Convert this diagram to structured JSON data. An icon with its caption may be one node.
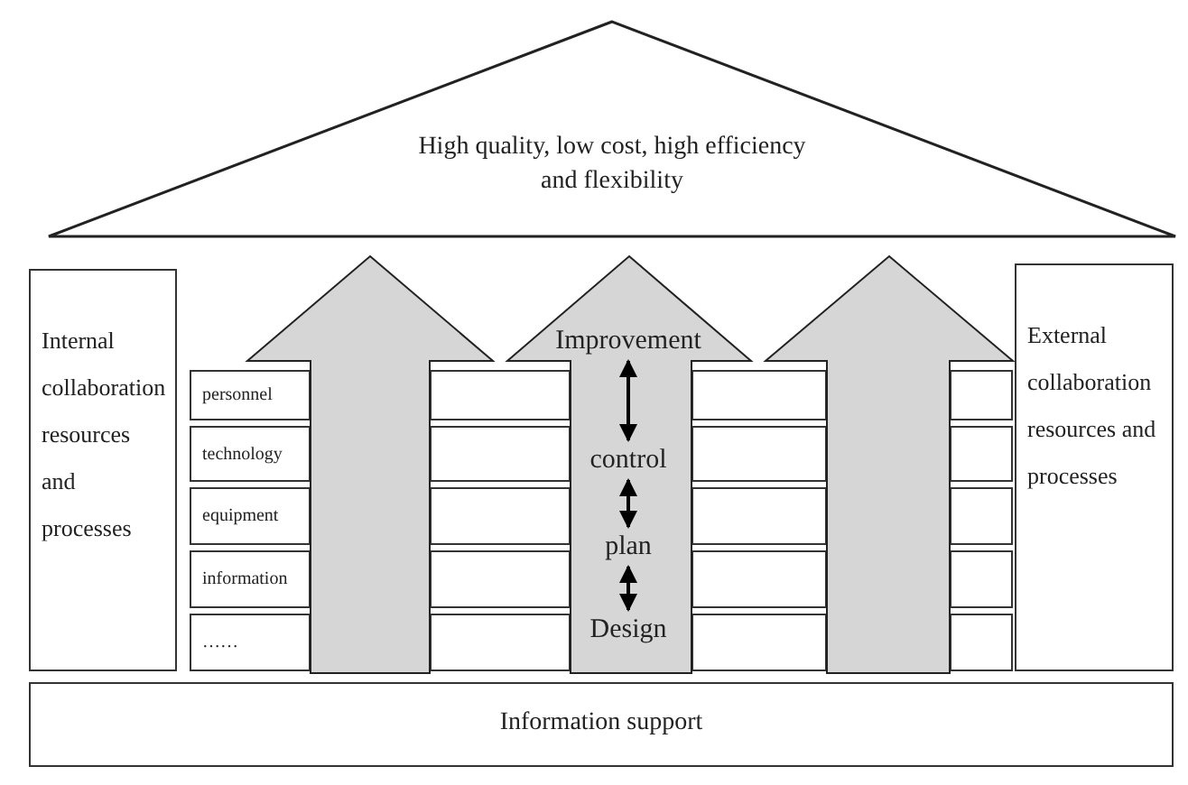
{
  "diagram": {
    "nodes": [
      {
        "text": [
          "High quality, low cost, high efficiency and flexibility"
        ]
      },
      {
        "text": [
          "Internal collaboration resources and processes"
        ]
      },
      {
        "text": [],
        "shape": "arrow"
      },
      {
        "text": [],
        "shape": "arrow"
      },
      {
        "text": [
          "Improvement"
        ],
        "in": 3
      },
      {
        "text": [
          "control"
        ],
        "in": 3
      },
      {
        "text": [
          "plan"
        ],
        "in": 3
      },
      {
        "text": [
          "Design"
        ],
        "in": 3
      },
      {
        "text": [],
        "shape": "arrow"
      },
      {
        "text": [
          "External collaboration resources and processes"
        ]
      },
      {
        "text": [
          "personnel"
        ]
      },
      {
        "text": [
          "technology"
        ]
      },
      {
        "text": [
          "equipment"
        ]
      },
      {
        "text": [
          "information"
        ]
      },
      {
        "text": [
          "……"
        ]
      },
      {
        "text": [
          "Information support"
        ]
      }
    ],
    "edges": [
      {
        "from": 4,
        "to": 5,
        "arrow": "both"
      },
      {
        "from": 5,
        "to": 6,
        "arrow": "both"
      },
      {
        "from": 6,
        "to": 7,
        "arrow": "both"
      }
    ]
  }
}
